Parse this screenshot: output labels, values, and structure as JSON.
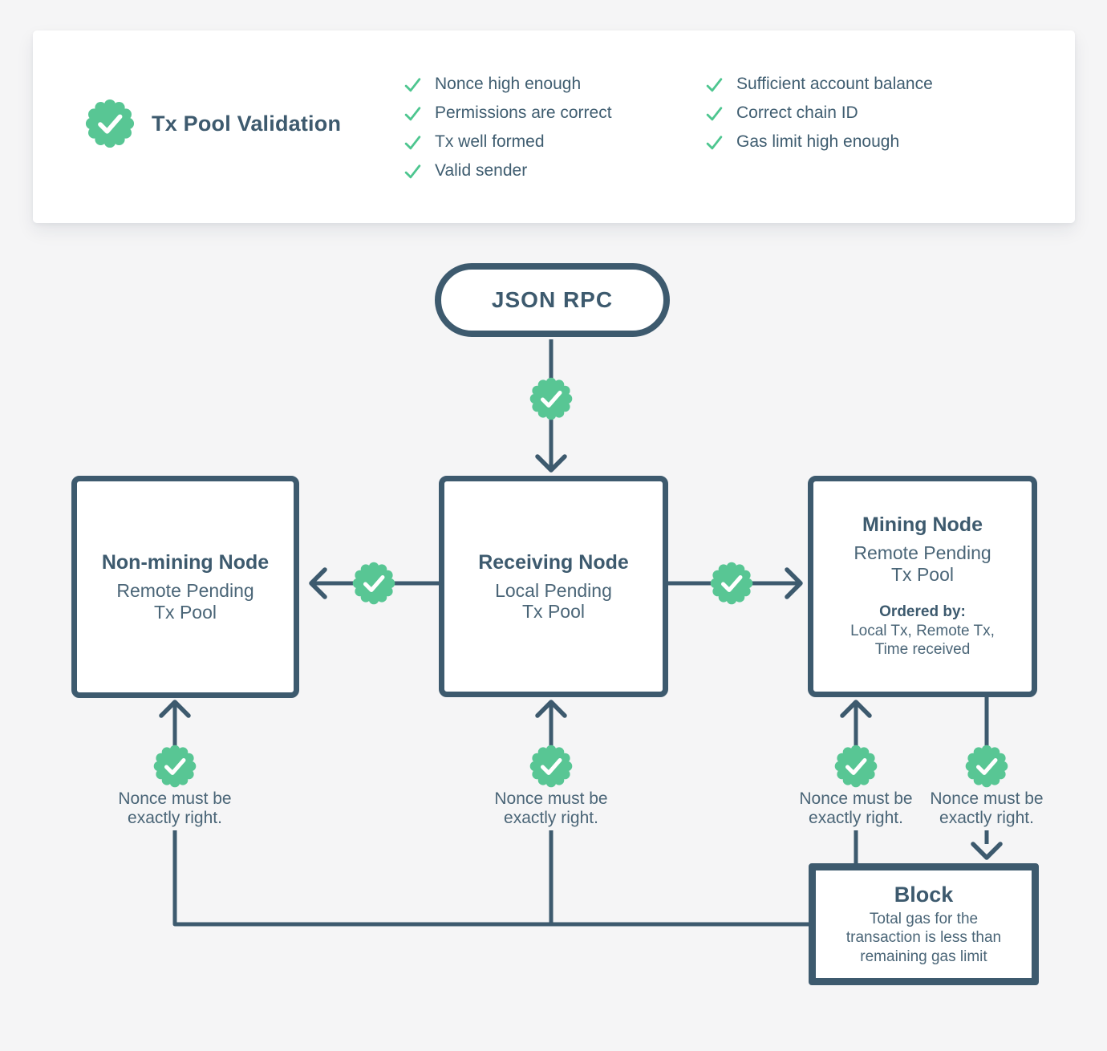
{
  "colors": {
    "slate": "#3D5A6E",
    "body_text": "#4A6577",
    "badge_green": "#58C694",
    "check_green": "#4EC690",
    "background": "#F5F5F6",
    "card_background": "#FFFFFF"
  },
  "icons": {
    "badge": "seal-check-icon",
    "list_check": "check-icon"
  },
  "validation_card": {
    "title": "Tx Pool Validation",
    "columns": [
      {
        "items": [
          "Nonce high enough",
          "Permissions are correct",
          "Tx well formed",
          "Valid sender"
        ]
      },
      {
        "items": [
          "Sufficient account balance",
          "Correct chain ID",
          "Gas limit high enough"
        ]
      }
    ]
  },
  "flow": {
    "json_rpc_label": "JSON RPC",
    "non_mining_node": {
      "title": "Non-mining Node",
      "subtitle_line1": "Remote Pending",
      "subtitle_line2": "Tx Pool"
    },
    "receiving_node": {
      "title": "Receiving Node",
      "subtitle_line1": "Local Pending",
      "subtitle_line2": "Tx Pool"
    },
    "mining_node": {
      "title": "Mining Node",
      "subtitle_line1": "Remote Pending",
      "subtitle_line2": "Tx Pool",
      "ordered_by_label": "Ordered by:",
      "ordered_by_line1": "Local Tx, Remote Tx,",
      "ordered_by_line2": "Time received"
    },
    "block": {
      "title": "Block",
      "body_line1": "Total gas for the",
      "body_line2": "transaction is less than",
      "body_line3": "remaining gas limit"
    },
    "nonce_notes": [
      {
        "line1": "Nonce must be",
        "line2": "exactly right."
      },
      {
        "line1": "Nonce must be",
        "line2": "exactly right."
      },
      {
        "line1": "Nonce must be",
        "line2": "exactly right."
      },
      {
        "line1": "Nonce must be",
        "line2": "exactly right."
      }
    ]
  }
}
